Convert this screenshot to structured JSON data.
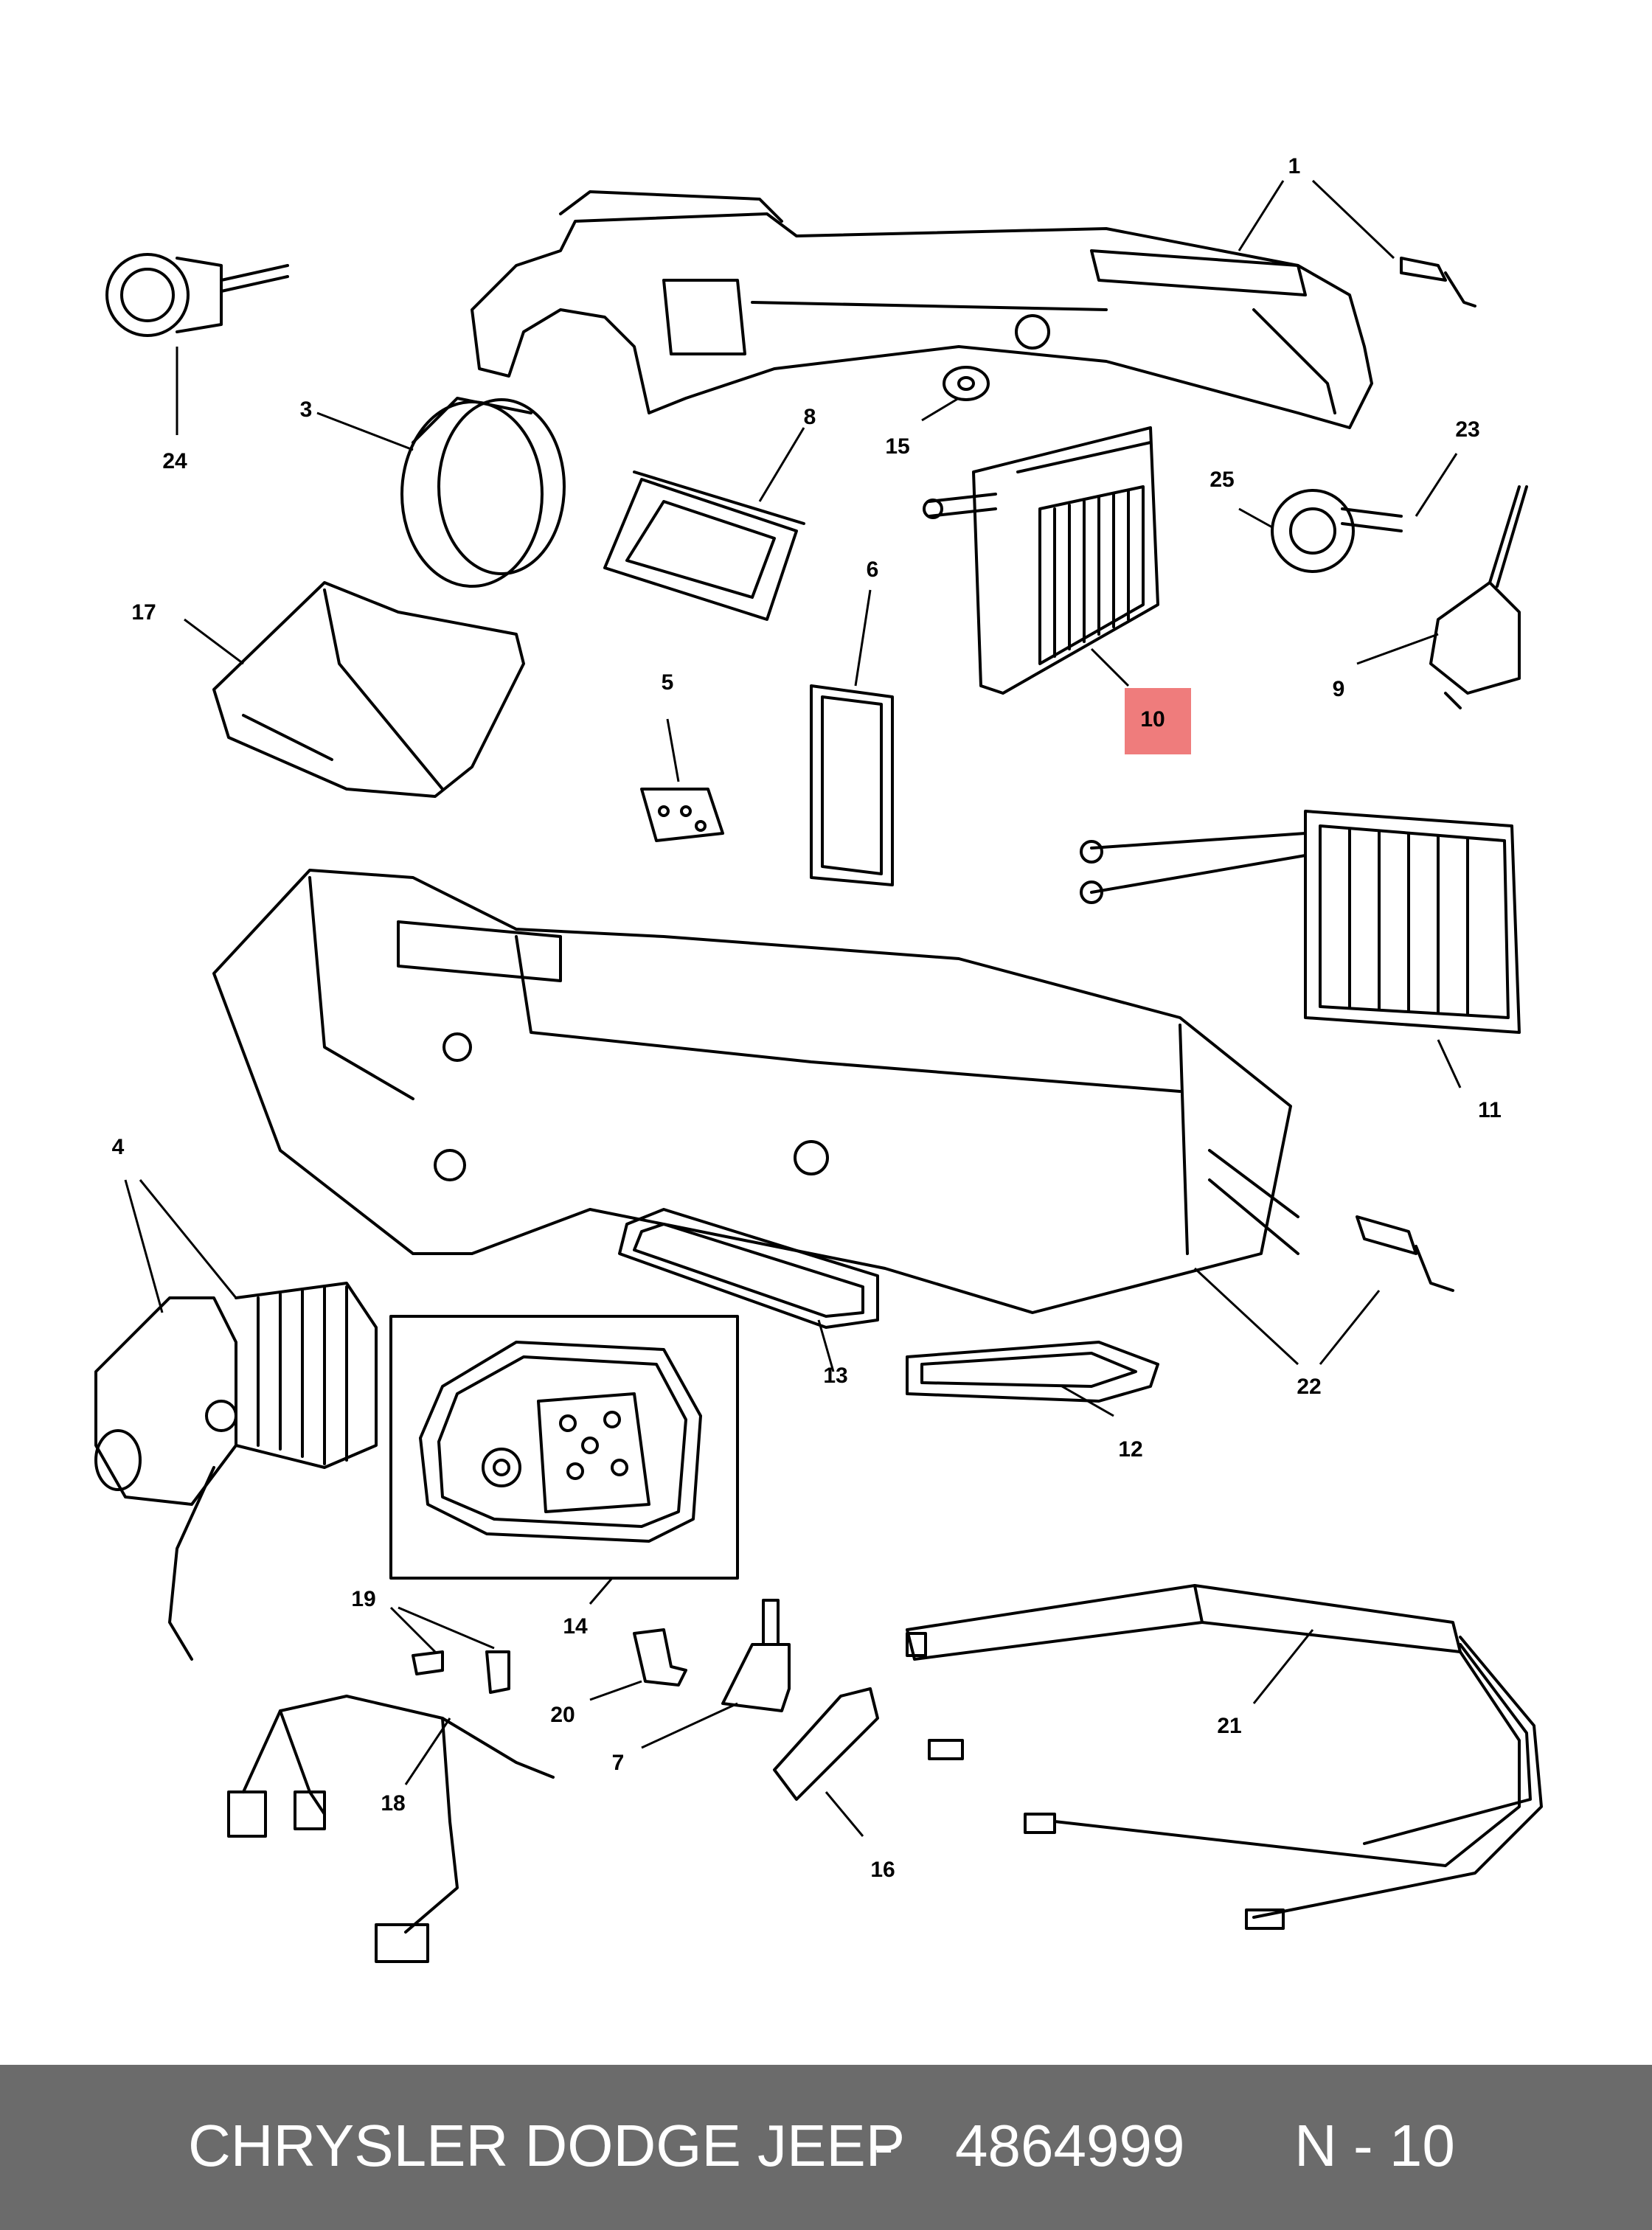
{
  "callouts": [
    "1",
    "3",
    "4",
    "5",
    "6",
    "7",
    "8",
    "9",
    "10",
    "11",
    "12",
    "13",
    "14",
    "15",
    "16",
    "17",
    "18",
    "19",
    "20",
    "21",
    "22",
    "23",
    "24",
    "25"
  ],
  "highlight": {
    "label": "10",
    "color": "#ef7c7c"
  },
  "footer": {
    "brand": "CHRYSLER DODGE JEEP",
    "separator": "-",
    "part_number": "4864999",
    "reference": "N - 10",
    "background": "#6b6b6b",
    "text_color": "#ffffff"
  }
}
